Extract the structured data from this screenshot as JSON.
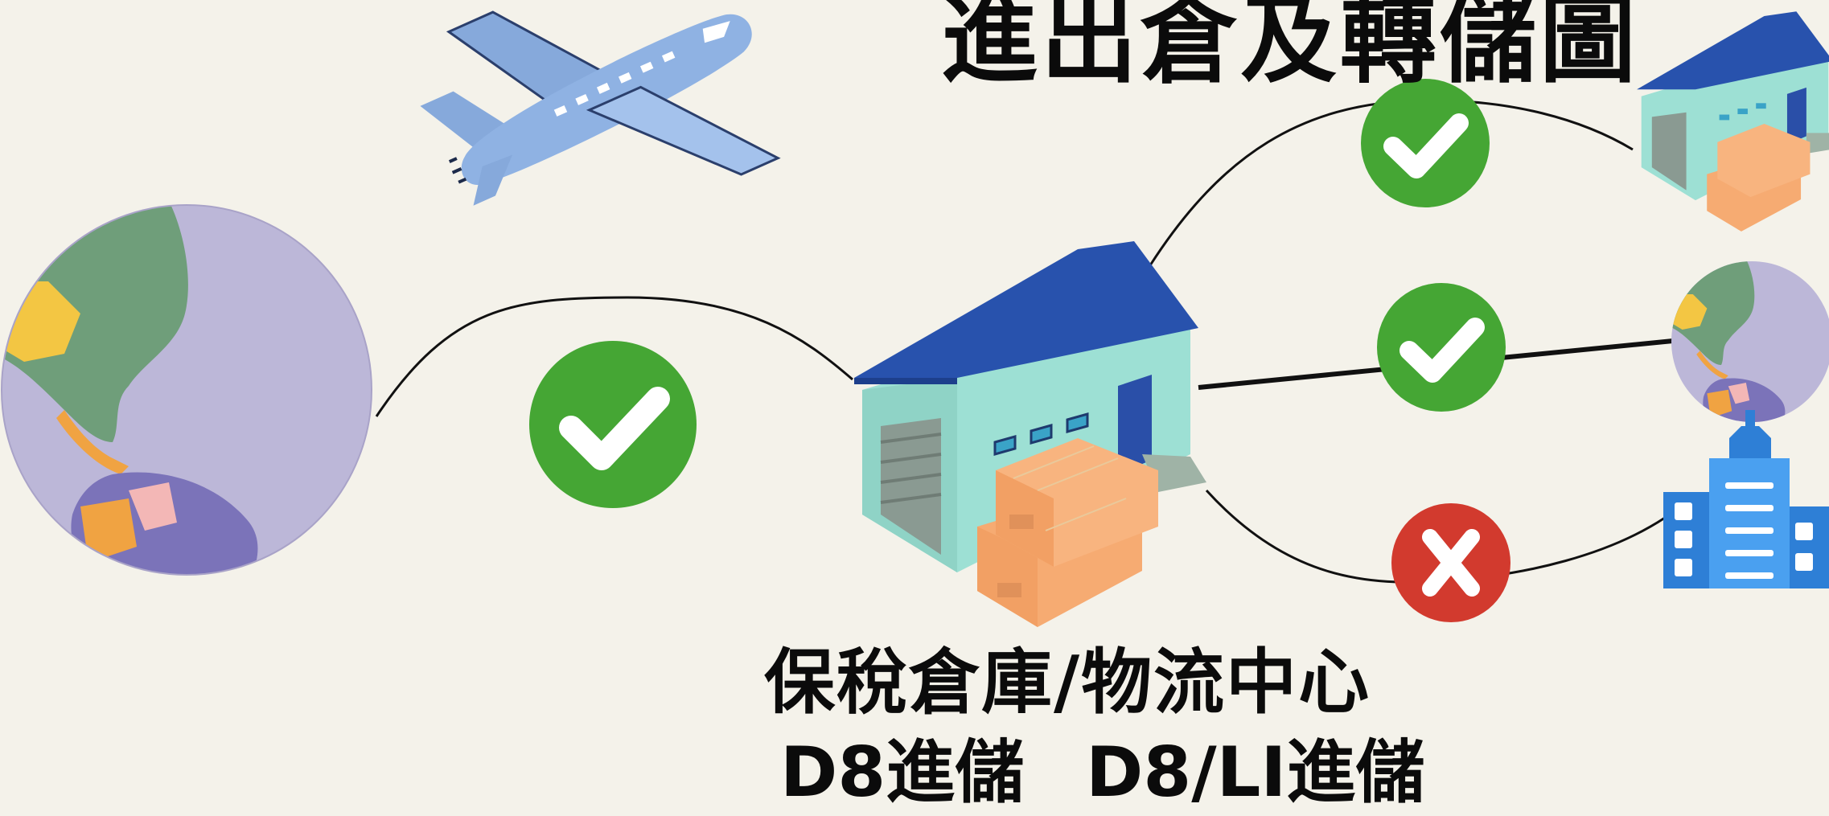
{
  "title": "進出倉及轉儲圖",
  "warehouse": {
    "label": "保稅倉庫/物流中心",
    "inbound_label": "D8進儲",
    "outbound_label": "D8/LI進儲"
  },
  "colors": {
    "background": "#f4f2ea",
    "check_green": "#45a634",
    "cross_red": "#d23a2e",
    "roof_blue": "#2852ad",
    "wall_teal": "#9de0d4",
    "box_orange": "#f6ab72",
    "globe_ocean": "#bcb7d8",
    "plane_blue": "#8fb2e3",
    "building_blue": "#3a8ce4"
  },
  "icons": [
    "globe-icon",
    "airplane-icon",
    "check-icon",
    "cross-icon",
    "warehouse-icon",
    "office-building-icon"
  ]
}
